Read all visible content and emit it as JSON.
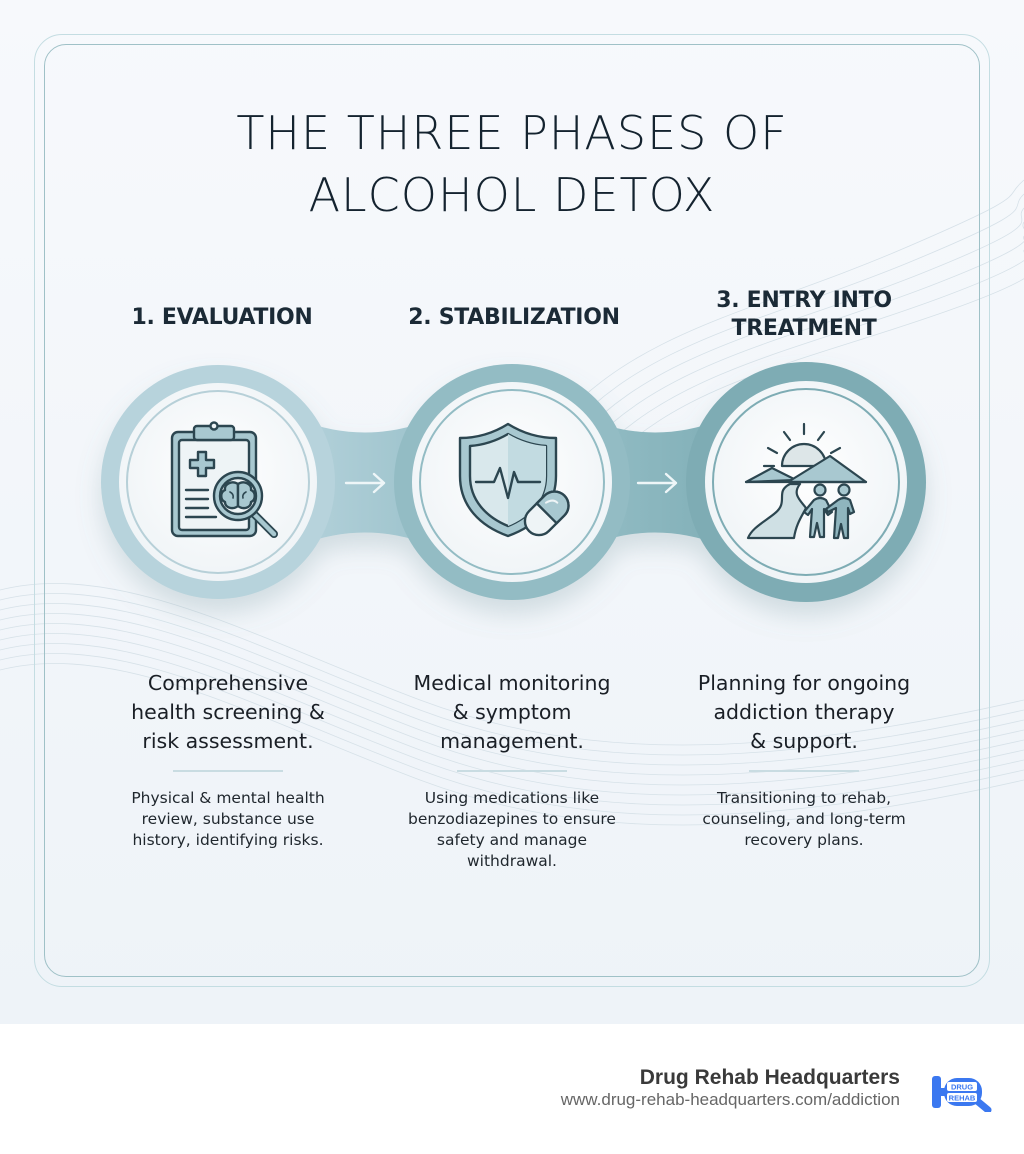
{
  "title": {
    "line1": "THE THREE PHASES OF",
    "line2": "ALCOHOL DETOX"
  },
  "colors": {
    "ring1": "#b7d3dc",
    "ring2": "#8fb9c1",
    "ring3": "#7eacb4",
    "connector1": "#a9ccd6",
    "connector2": "#8ab5bd",
    "icon_stroke": "#2c4650",
    "icon_fill": "#a8c8d0",
    "text_dark": "#14232f"
  },
  "phases": [
    {
      "heading": "1. EVALUATION",
      "heading_line2": "",
      "icon": "clipboard-magnifier-brain-icon",
      "summary": "Comprehensive health screening & risk assessment.",
      "summary_lines": [
        "Comprehensive",
        "health screening &",
        "risk assessment."
      ],
      "detail_lines": [
        "Physical & mental health",
        "review, substance use",
        "history, identifying risks."
      ]
    },
    {
      "heading": "2. STABILIZATION",
      "heading_line2": "",
      "icon": "shield-heartbeat-pill-icon",
      "summary": "Medical monitoring & symptom management.",
      "summary_lines": [
        "Medical monitoring",
        "& symptom",
        "management."
      ],
      "detail_lines": [
        "Using medications like",
        "benzodiazepines to ensure",
        "safety and manage",
        "withdrawal."
      ]
    },
    {
      "heading": "3. ENTRY INTO",
      "heading_line2": "TREATMENT",
      "icon": "sunrise-path-people-icon",
      "summary": "Planning for ongoing addiction therapy & support.",
      "summary_lines": [
        "Planning for ongoing",
        "addiction therapy",
        "& support."
      ],
      "detail_lines": [
        "Transitioning to rehab,",
        "counseling, and long-term",
        "recovery plans."
      ]
    }
  ],
  "arrows": [
    "arrow-right-icon",
    "arrow-right-icon"
  ],
  "footer": {
    "brand_name": "Drug Rehab Headquarters",
    "brand_url": "www.drug-rehab-headquarters.com/addiction",
    "logo_text_top": "DRUG",
    "logo_text_bottom": "REHAB",
    "logo_color": "#3b78f0"
  }
}
